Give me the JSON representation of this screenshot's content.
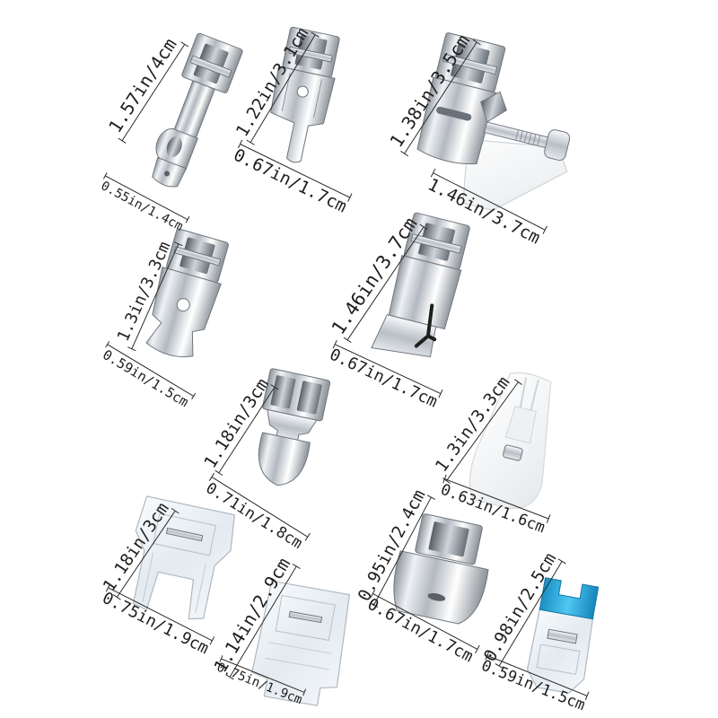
{
  "feet": [
    {
      "height_label": "1.57in/4cm",
      "width_label": "0.55in/1.4cm"
    },
    {
      "height_label": "1.22in/3.1cm",
      "width_label": "0.67in/1.7cm"
    },
    {
      "height_label": "1.38in/3.5cm",
      "width_label": "1.46in/3.7cm"
    },
    {
      "height_label": "1.3in/3.3cm",
      "width_label": "0.59in/1.5cm"
    },
    {
      "height_label": "1.46in/3.7cm",
      "width_label": "0.67in/1.7cm"
    },
    {
      "height_label": "1.18in/3cm",
      "width_label": "0.71in/1.8cm"
    },
    {
      "height_label": "1.3in/3.3cm",
      "width_label": "0.63in/1.6cm"
    },
    {
      "height_label": "1.18in/3cm",
      "width_label": "0.75in/1.9cm"
    },
    {
      "height_label": "1.14in/2.9cm",
      "width_label": "0.75in/1.9cm"
    },
    {
      "height_label": "0.95in/2.4cm",
      "width_label": "0.67in/1.7cm"
    },
    {
      "height_label": "0.98in/2.5cm",
      "width_label": "0.59in/1.5cm"
    }
  ],
  "colors": {
    "background": "#ffffff",
    "label_text": "#1e1e1e",
    "dimension_line": "#2b2b2b",
    "accent_blue": "#22a7dd"
  }
}
